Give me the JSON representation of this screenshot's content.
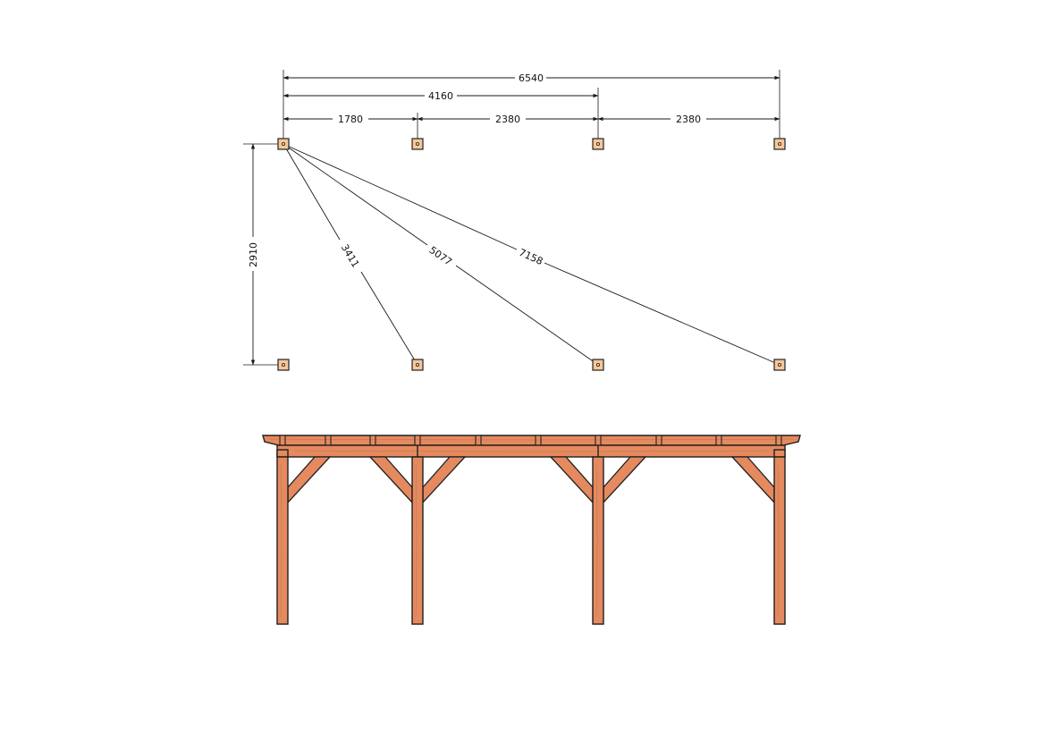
{
  "colors": {
    "timber": "#e58a5f",
    "timber_light": "#f0b797",
    "post_pad": "#f5c79a",
    "line": "#1a1a1a"
  },
  "plan_view": {
    "dims_top": {
      "total": "6540",
      "partial": "4160",
      "span_1": "1780",
      "span_2": "2380",
      "span_3": "2380"
    },
    "dim_side": "2910",
    "diagonals": {
      "d1": "3411",
      "d2": "5077",
      "d3": "7158"
    }
  }
}
